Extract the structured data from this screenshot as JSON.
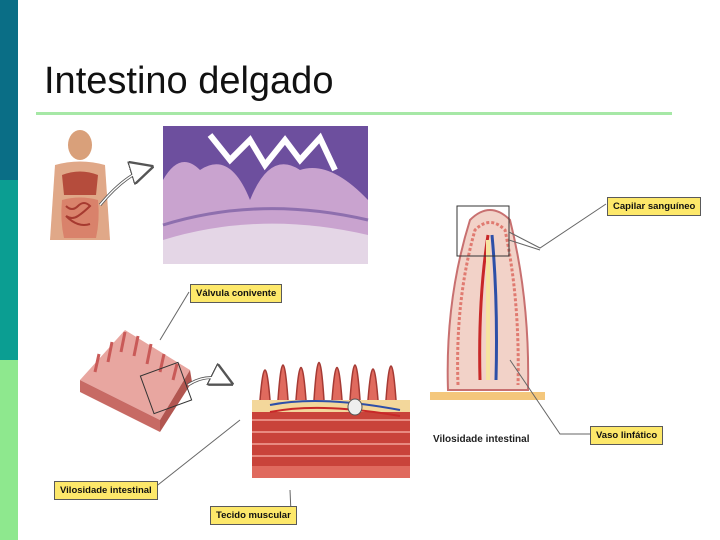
{
  "slide": {
    "title": "Intestino delgado"
  },
  "labels": {
    "capilar": "Capilar sanguíneo",
    "valvula": "Válvula conivente",
    "vilosidade_plain": "Vilosidade intestinal",
    "vaso": "Vaso linfático",
    "vilosidade_box": "Vilosidade intestinal",
    "tecido": "Tecido muscular"
  },
  "colors": {
    "accent_top": "#0a6e86",
    "accent_mid": "#0b9e92",
    "accent_bottom": "#8ee88e",
    "title_rule": "#a6e8a6",
    "label_fill": "#fde86a"
  }
}
